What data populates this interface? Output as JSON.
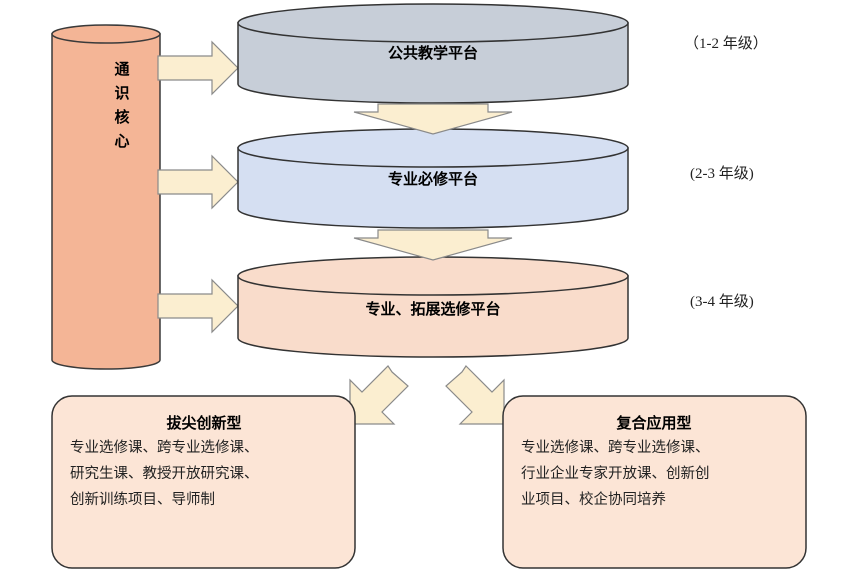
{
  "core": {
    "chars": [
      "通",
      "识",
      "核",
      "心"
    ],
    "fill": "#f4b596",
    "stroke": "#3a3a3a"
  },
  "platforms": [
    {
      "label": "公共教学平台",
      "grade": "（1-2 年级）",
      "fill": "#c7ced8"
    },
    {
      "label": "专业必修平台",
      "grade": "(2-3 年级)",
      "fill": "#d5dff2"
    },
    {
      "label": "专业、拓展选修平台",
      "grade": "(3-4 年级)",
      "fill": "#f9dccb"
    }
  ],
  "outcomes": [
    {
      "title": "拔尖创新型",
      "lines": [
        "专业选修课、跨专业选修课、",
        "研究生课、教授开放研究课、",
        "创新训练项目、导师制"
      ]
    },
    {
      "title": "复合应用型",
      "lines": [
        "专业选修课、跨专业选修课、",
        "行业企业专家开放课、创新创",
        "业项目、校企协同培养"
      ]
    }
  ],
  "colors": {
    "arrow_fill": "#fbeed0",
    "arrow_stroke": "#8a8a8a",
    "box_fill": "#fce5d6",
    "box_stroke": "#333333"
  }
}
